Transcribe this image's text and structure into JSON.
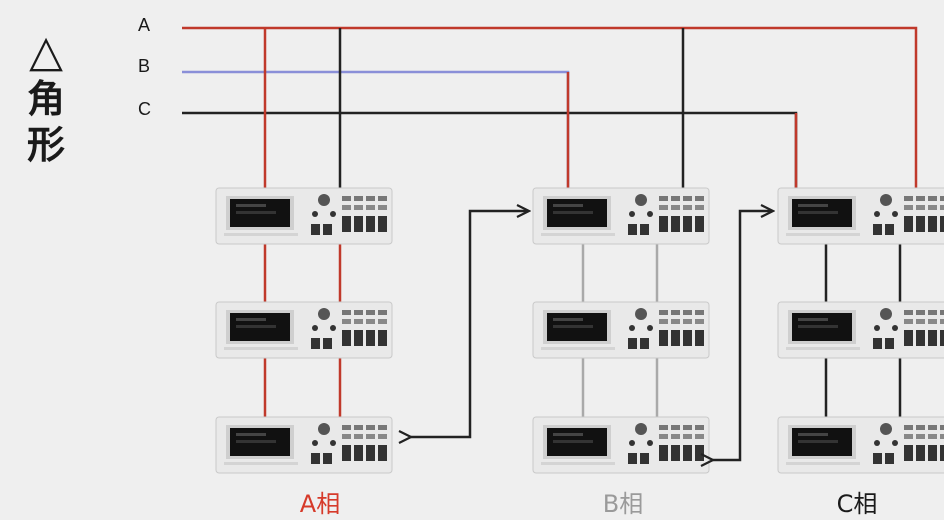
{
  "diagram": {
    "title_symbol": "△",
    "title_chars": [
      "角",
      "形"
    ],
    "bus_labels": [
      "A",
      "B",
      "C"
    ],
    "phase_labels": [
      "A相",
      "B相",
      "C相"
    ],
    "colors": {
      "phase_a": "#c0392b",
      "phase_b": "#8a8fd8",
      "phase_c": "#222222",
      "link_b": "#a9a9a9",
      "phase_a_text": "#d63a2a",
      "phase_b_text": "#9a9a9a",
      "phase_c_text": "#1a1a1a"
    },
    "device_icon": "power-meter-instrument",
    "arrow_icon": "double-headed-arrow"
  }
}
